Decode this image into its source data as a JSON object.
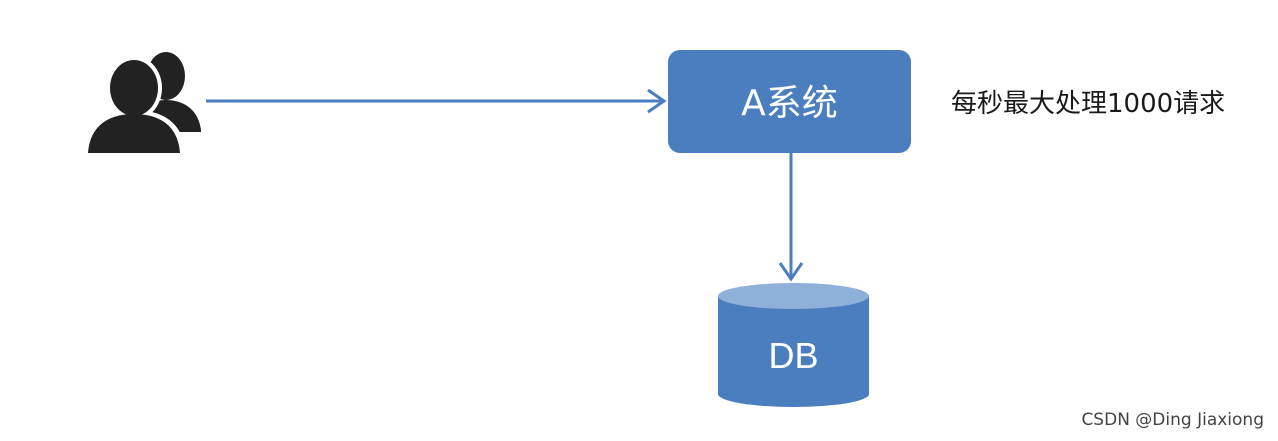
{
  "diagram": {
    "system_box": {
      "label": "A系统"
    },
    "annotation": "每秒最大处理1000请求",
    "database": {
      "label": "DB"
    },
    "icons": {
      "users": "users-icon",
      "cursor": "mouse-cursor-icon"
    },
    "colors": {
      "node_fill": "#4a7ebf",
      "node_top": "#8fb0d9",
      "arrow": "#4a7ebf",
      "user_icon": "#222222"
    }
  },
  "watermark": "CSDN @Ding Jiaxiong"
}
